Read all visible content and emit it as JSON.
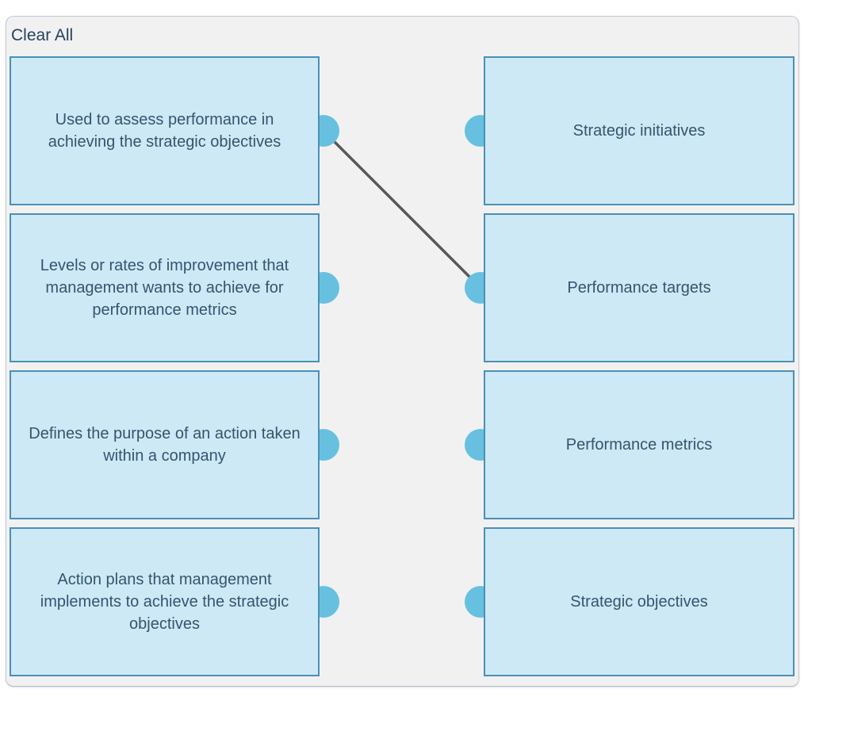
{
  "header": {
    "clear_all_label": "Clear All"
  },
  "left_items": [
    {
      "text": "Used to assess performance in achieving the strategic objectives"
    },
    {
      "text": "Levels or rates of improvement that management wants to achieve for performance metrics"
    },
    {
      "text": "Defines the purpose of an action taken within a company"
    },
    {
      "text": "Action plans that management implements to achieve the strategic objectives"
    }
  ],
  "right_items": [
    {
      "label": "Strategic initiatives"
    },
    {
      "label": "Performance targets"
    },
    {
      "label": "Performance metrics"
    },
    {
      "label": "Strategic objectives"
    }
  ],
  "connections": [
    {
      "from_left_index": 0,
      "to_right_index": 1
    }
  ],
  "colors": {
    "panel_background": "#f1f1f2",
    "panel_border": "#c4cad3",
    "card_fill": "#cde9f6",
    "card_border": "#4a90b7",
    "card_text": "#35546e",
    "connector_dot": "#67c0e0",
    "connection_line": "#57585a",
    "clear_all_text": "#26415e"
  }
}
